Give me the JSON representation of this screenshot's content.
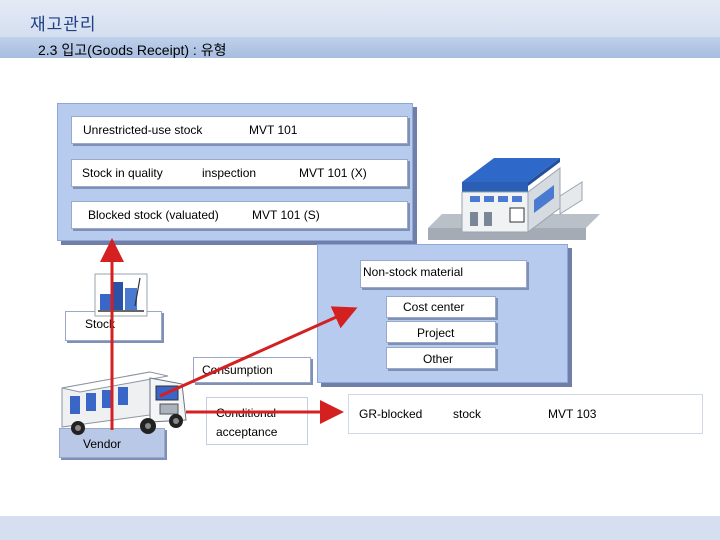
{
  "header": {
    "title": "재고관리",
    "section": "2.3 입고(Goods Receipt) : 유형"
  },
  "stock_types": {
    "unrestricted": {
      "label": "Unrestricted-use stock",
      "mvt": "MVT 101"
    },
    "quality": {
      "label_a": "Stock in quality",
      "label_b": "inspection",
      "mvt": "MVT 101 (X)"
    },
    "blocked": {
      "label": "Blocked stock (valuated)",
      "mvt": "MVT 101 (S)"
    }
  },
  "non_stock": {
    "title": "Non-stock material",
    "items": [
      "Cost center",
      "Project",
      "Other"
    ]
  },
  "flow": {
    "stock": "Stock",
    "consumption": "Consumption",
    "vendor": "Vendor",
    "conditional_a": "Conditional",
    "conditional_b": "acceptance",
    "gr_blocked": "GR-blocked",
    "gr_stock": "stock",
    "gr_mvt": "MVT 103"
  },
  "colors": {
    "panel": "#b7cbee",
    "arrow": "#d42020",
    "header_text": "#1f3f86"
  }
}
